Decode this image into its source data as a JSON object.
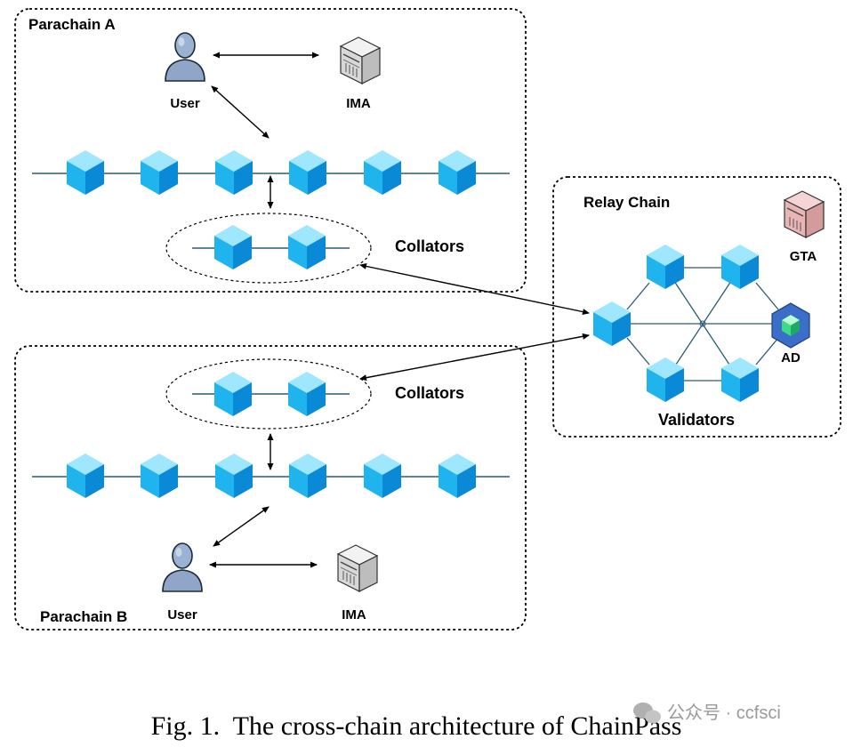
{
  "parachain_a": {
    "title": "Parachain A",
    "user_label": "User",
    "ima_label": "IMA",
    "collators_label": "Collators"
  },
  "parachain_b": {
    "title": "Parachain B",
    "user_label": "User",
    "ima_label": "IMA",
    "collators_label": "Collators"
  },
  "relay_chain": {
    "title": "Relay Chain",
    "gta_label": "GTA",
    "ad_label": "AD",
    "validators_label": "Validators"
  },
  "caption": "Fig. 1.  The cross-chain architecture of ChainPass",
  "watermark": "公众号 · ccfsci",
  "colors": {
    "cube_top": "#9fe6ff",
    "cube_left": "#20b4ee",
    "cube_right": "#0a8ad6",
    "gta": "#e8b4b4",
    "ad": "#3a6ec8"
  }
}
